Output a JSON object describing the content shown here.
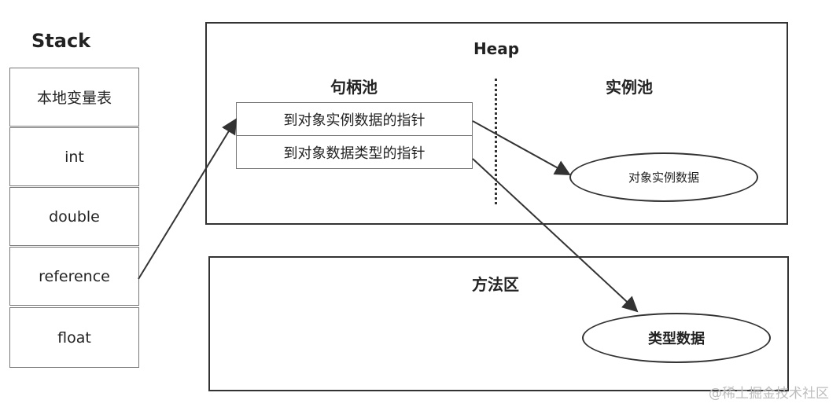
{
  "stack": {
    "title": "Stack",
    "cells": [
      "本地变量表",
      "int",
      "double",
      "reference",
      "float"
    ]
  },
  "heap": {
    "title": "Heap",
    "handle_pool": {
      "title": "句柄池",
      "cells": [
        "到对象实例数据的指针",
        "到对象数据类型的指针"
      ]
    },
    "instance_pool": {
      "title": "实例池",
      "object_data": "对象实例数据"
    }
  },
  "method_area": {
    "title": "方法区",
    "type_data": "类型数据"
  },
  "watermark": "@稀土掘金技术社区"
}
